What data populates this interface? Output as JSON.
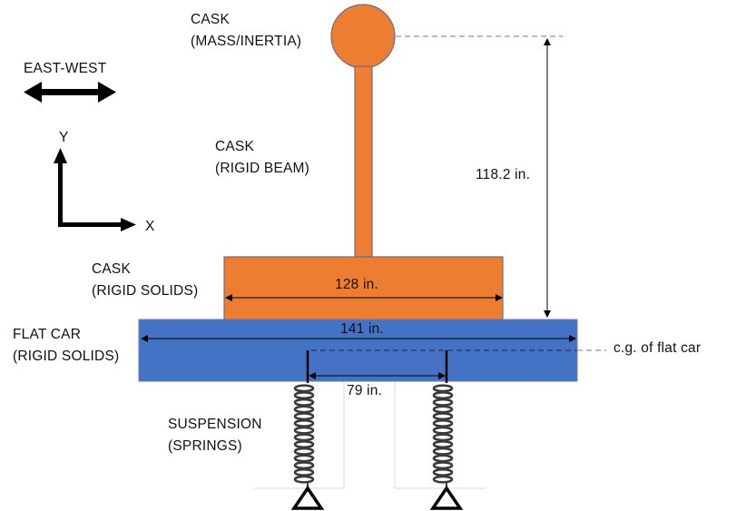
{
  "labels": {
    "cask_mass_line1": "CASK",
    "cask_mass_line2": "(MASS/INERTIA)",
    "cask_beam_line1": "CASK",
    "cask_beam_line2": "(RIGID BEAM)",
    "cask_solids_line1": "CASK",
    "cask_solids_line2": "(RIGID SOLIDS)",
    "flatcar_line1": "FLAT CAR",
    "flatcar_line2": "(RIGID SOLIDS)",
    "suspension_line1": "SUSPENSION",
    "suspension_line2": "(SPRINGS)",
    "east_west": "EAST-WEST",
    "axis_y": "Y",
    "axis_x": "X",
    "cg_flatcar": "c.g. of flat car"
  },
  "dimensions": {
    "cask_height": "118.2 in.",
    "cask_width": "128 in.",
    "flatcar_width": "141 in.",
    "spring_spacing": "79 in."
  },
  "colors": {
    "cask": "#ED7D31",
    "flatcar": "#4472C4",
    "outline": "#6B6B8A",
    "dashed": "#A6A6A6"
  }
}
